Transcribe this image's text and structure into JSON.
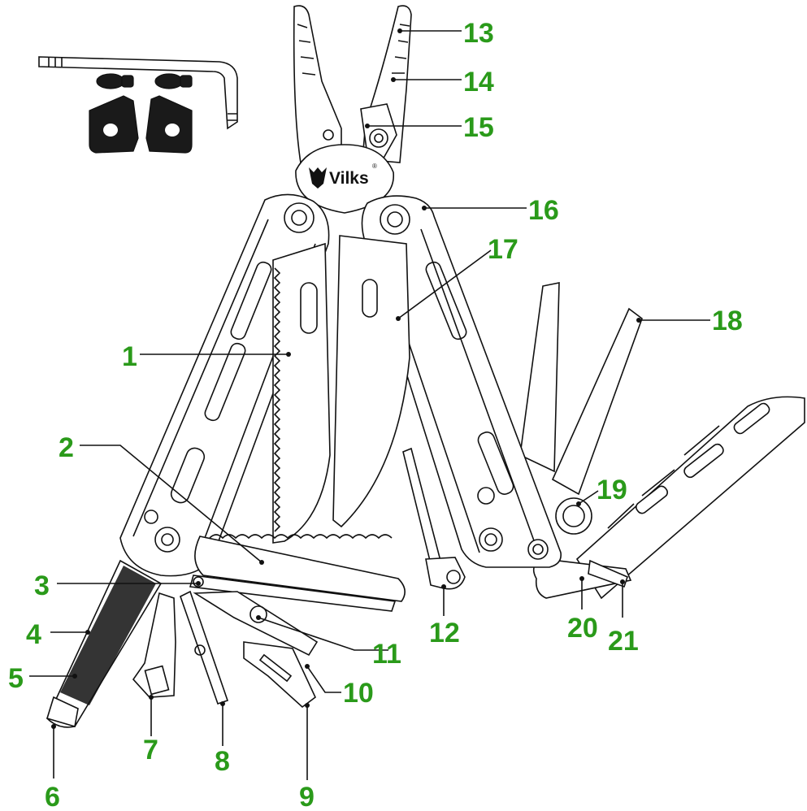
{
  "brand": {
    "name": "Vilks",
    "mark": "®",
    "logo_icon": "wolf-head-icon"
  },
  "callouts": [
    "1",
    "2",
    "3",
    "4",
    "5",
    "6",
    "7",
    "8",
    "9",
    "10",
    "11",
    "12",
    "13",
    "14",
    "15",
    "16",
    "17",
    "18",
    "19",
    "20",
    "21"
  ],
  "colors": {
    "callout_text": "#2a9a1a",
    "line_art": "#111111",
    "background": "#ffffff"
  }
}
